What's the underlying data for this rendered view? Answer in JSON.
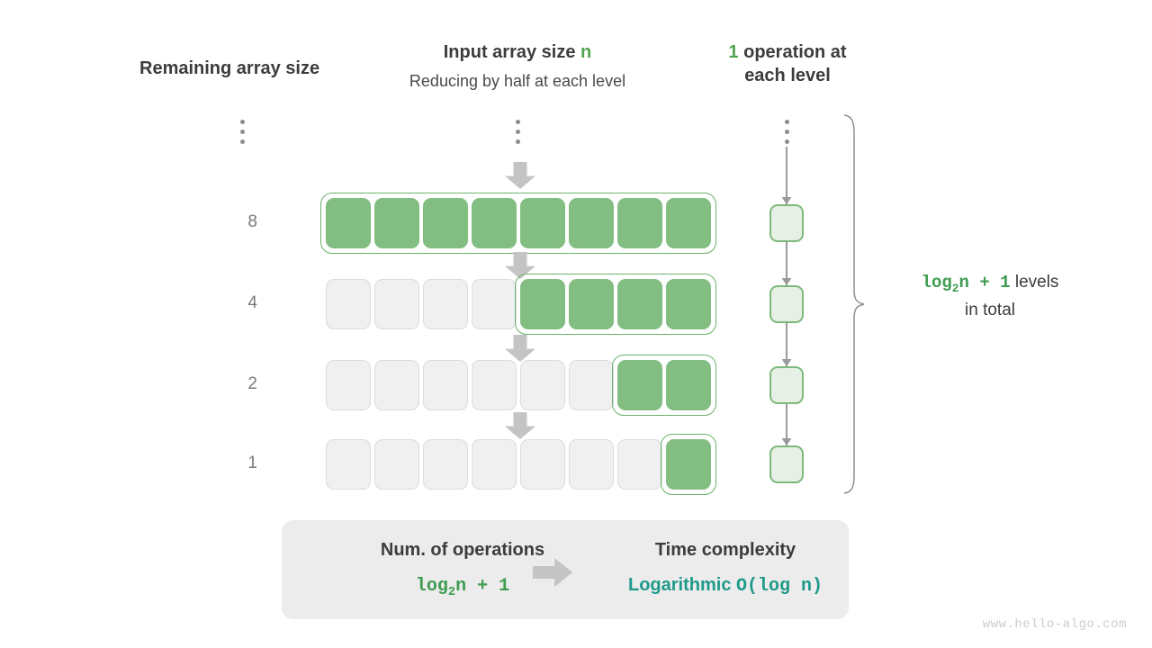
{
  "headers": {
    "remaining": "Remaining array size",
    "input_prefix": "Input array size ",
    "input_var": "n",
    "input_sub": "Reducing by half at each level",
    "ops_count": "1",
    "ops_text": " operation at each level"
  },
  "ellipsis": "vertical-ellipsis",
  "rows": [
    {
      "label": "8",
      "total": 8,
      "empty": 0,
      "filled": 8,
      "group_start": 0
    },
    {
      "label": "4",
      "total": 8,
      "empty": 4,
      "filled": 4,
      "group_start": 4
    },
    {
      "label": "2",
      "total": 8,
      "empty": 6,
      "filled": 2,
      "group_start": 6
    },
    {
      "label": "1",
      "total": 8,
      "empty": 7,
      "filled": 1,
      "group_start": 7
    }
  ],
  "operation_cells": 4,
  "levels_note": {
    "formula": "log₂n + 1",
    "formula_base": "log",
    "formula_sub": "2",
    "formula_rest": "n + 1",
    "suffix": " levels",
    "line2": "in total"
  },
  "summary": {
    "left_title": "Num. of operations",
    "left_value_base": "log",
    "left_value_sub": "2",
    "left_value_rest": "n + 1",
    "arrow": "right-arrow",
    "right_title": "Time complexity",
    "right_value_word": "Logarithmic",
    "right_value_code": "O(log n)"
  },
  "watermark": "www.hello-algo.com",
  "colors": {
    "green_fill": "#82bd82",
    "green_border": "#6cb26c",
    "green_text": "#3f9c51",
    "green_light": "#e7f0e4",
    "teal": "#1f9a8a",
    "gray_cell": "#f0f0f0",
    "gray_arrow": "#c4c4c4",
    "box_bg": "#ececec"
  }
}
